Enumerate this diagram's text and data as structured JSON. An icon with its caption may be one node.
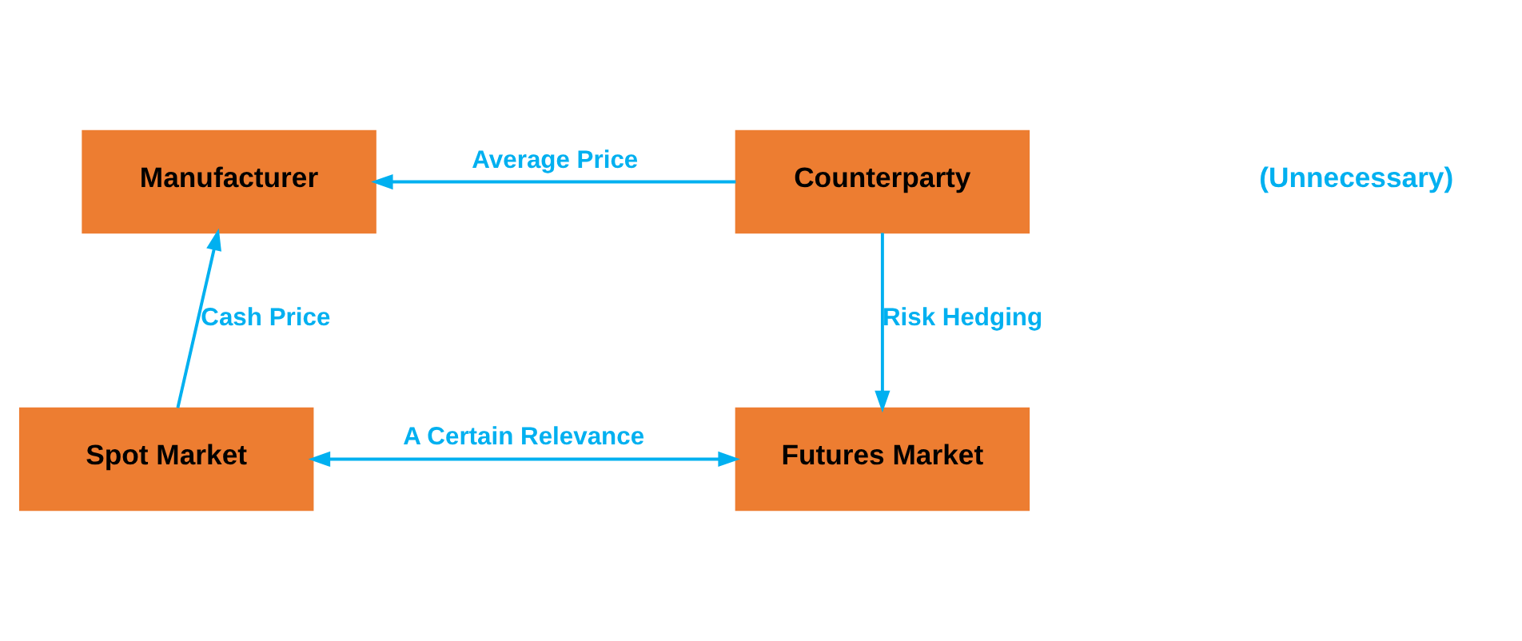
{
  "diagram": {
    "nodes": [
      {
        "text": [
          "Manufacturer"
        ]
      },
      {
        "text": [
          "Counterparty"
        ]
      },
      {
        "text": [
          "Spot Market"
        ]
      },
      {
        "text": [
          "Futures Market"
        ]
      }
    ],
    "edges": [
      {
        "from": 1,
        "to": 0,
        "arrow": "to",
        "label": "Average Price"
      },
      {
        "from": 2,
        "to": 0,
        "arrow": "to",
        "label": "Cash Price"
      },
      {
        "from": 1,
        "to": 3,
        "arrow": "to",
        "label": "Risk Hedging"
      },
      {
        "from": 2,
        "to": 3,
        "arrow": "both",
        "label": "A Certain Relevance"
      }
    ],
    "labels": [
      "(Unnecessary)"
    ]
  }
}
